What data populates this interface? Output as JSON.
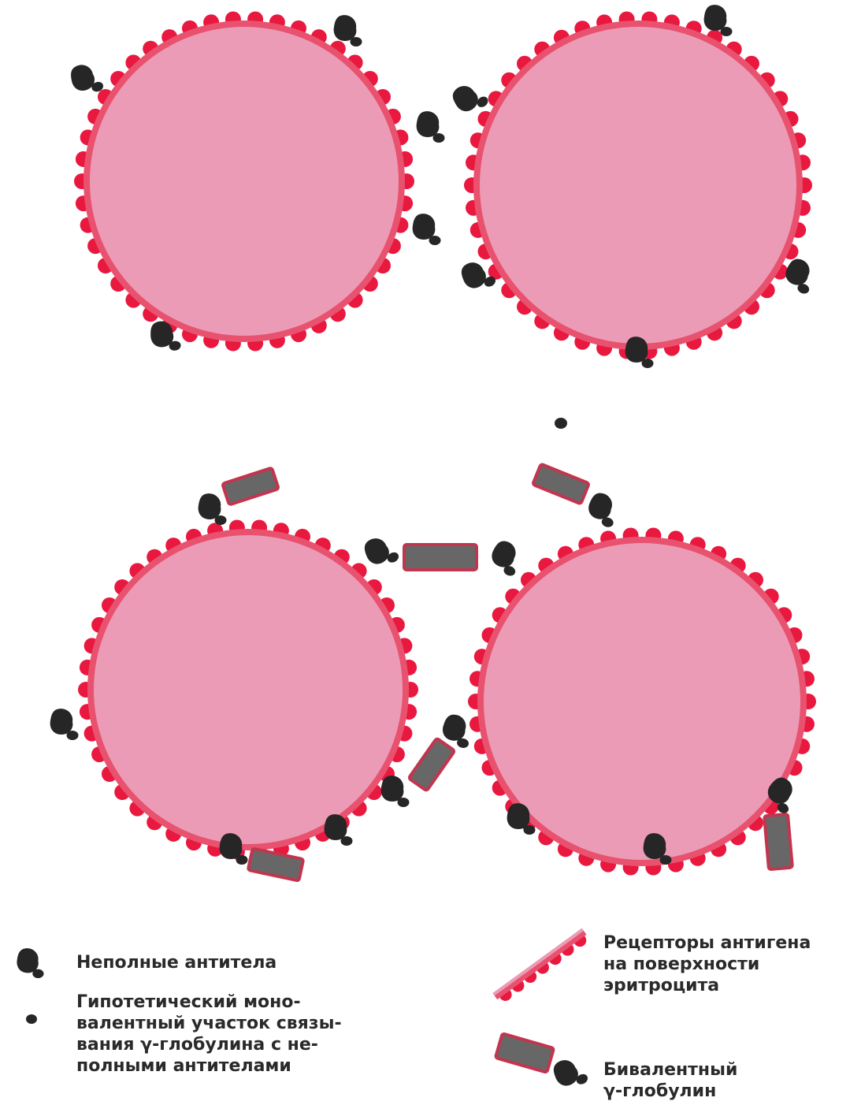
{
  "colors": {
    "cell_fill": "#ec9bb6",
    "cell_rim": "#e8526f",
    "receptor": "#e8183f",
    "antibody": "#262626",
    "globulin_fill": "#676767",
    "globulin_border": "#c2354f",
    "text": "#2a2a2a"
  },
  "legend": {
    "incomplete_antibodies": "Неполные антитела",
    "monovalent_site": "Гипотетический моно-\nвалентный участок связы-\nвания γ-глобулина с не-\nполными антителами",
    "antigen_receptors": "Рецепторы антигена\nна поверхности\nэритроцита",
    "bivalent_globulin": "Бивалентный\nγ-глобулин"
  },
  "icons": {
    "incomplete_antibody": "antibody-icon",
    "monovalent_site": "binding-site-dot-icon",
    "receptor_strip": "receptor-strip-icon",
    "bivalent_globulin": "bivalent-globulin-icon"
  }
}
